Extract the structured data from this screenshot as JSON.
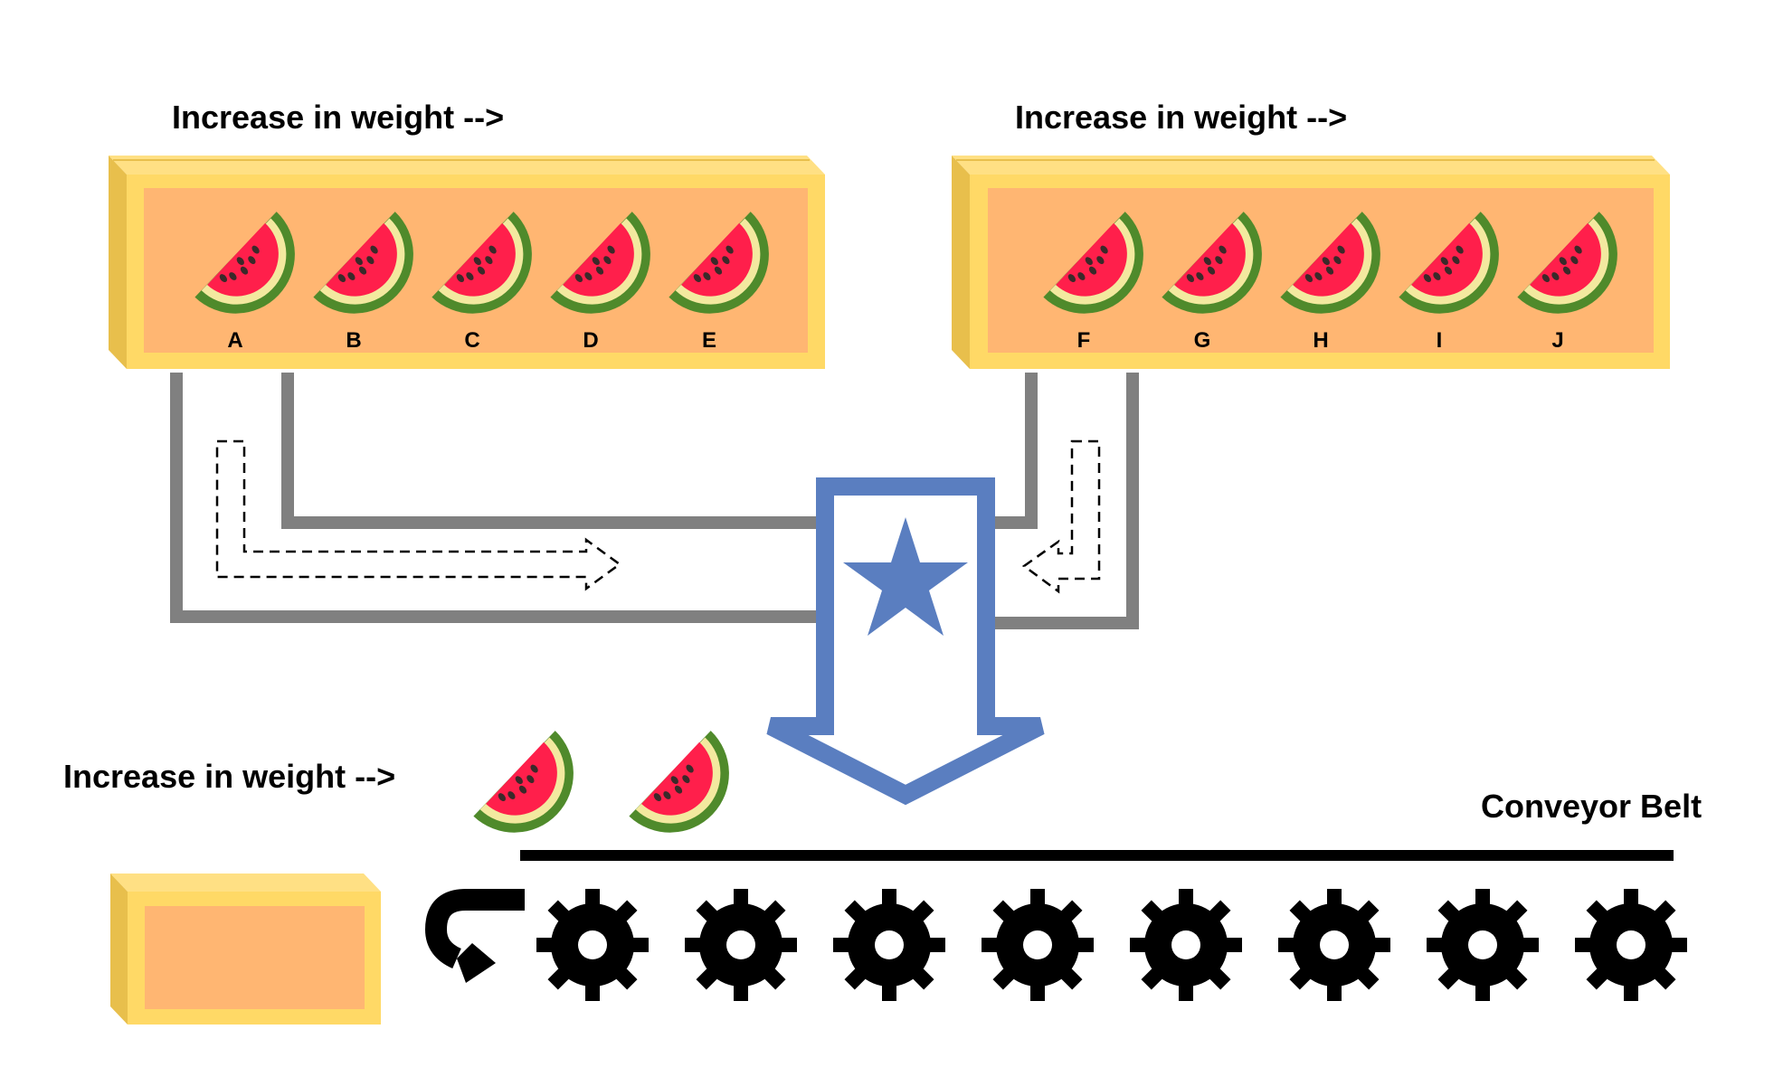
{
  "headings": {
    "left_box": "Increase in weight -->",
    "right_box": "Increase in weight -->",
    "bottom": "Increase in weight -->",
    "conveyor": "Conveyor Belt"
  },
  "left_box": {
    "slots": [
      "A",
      "B",
      "C",
      "D",
      "E"
    ]
  },
  "right_box": {
    "slots": [
      "F",
      "G",
      "H",
      "I",
      "J"
    ]
  },
  "falling_items": 2,
  "gear_count": 8,
  "icons": {
    "fruit": "watermelon-slice-icon",
    "merge": "star-icon",
    "gear": "gear-icon",
    "return": "return-arrow-icon"
  },
  "colors": {
    "box_frame": "#FFD966",
    "box_frame_dark": "#E8BF4C",
    "box_inner": "#FFB672",
    "pipe": "#808080",
    "funnel": "#5A7EC0",
    "melon_flesh": "#FF1F4B",
    "melon_rind": "#4F8A2B",
    "melon_pith": "#F3E99F"
  }
}
